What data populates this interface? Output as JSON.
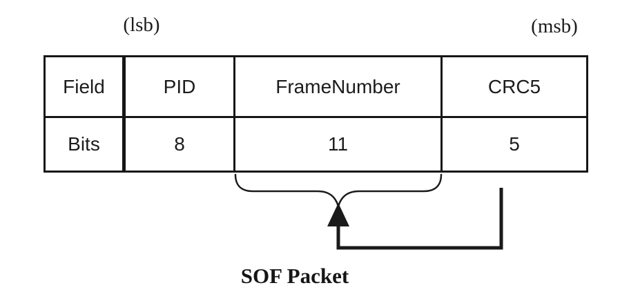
{
  "diagram": {
    "bit_order_labels": {
      "lsb": "(lsb)",
      "msb": "(msb)"
    },
    "table": {
      "rows": [
        {
          "label": "Field",
          "cells": [
            "PID",
            "FrameNumber",
            "CRC5"
          ]
        },
        {
          "label": "Bits",
          "cells": [
            "8",
            "11",
            "5"
          ]
        }
      ]
    },
    "caption": "SOF Packet",
    "colors": {
      "line": "#1a1a1a",
      "text": "#1c1c1c"
    }
  }
}
